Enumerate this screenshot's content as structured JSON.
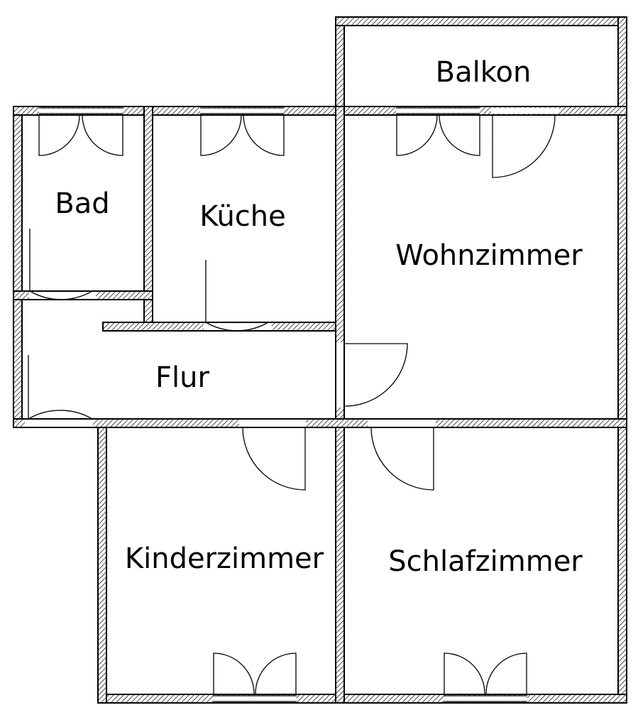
{
  "rooms": {
    "balkon": "Balkon",
    "bad": "Bad",
    "kueche": "Küche",
    "wohnzimmer": "Wohnzimmer",
    "flur": "Flur",
    "kinderzimmer": "Kinderzimmer",
    "schlafzimmer": "Schlafzimmer"
  }
}
